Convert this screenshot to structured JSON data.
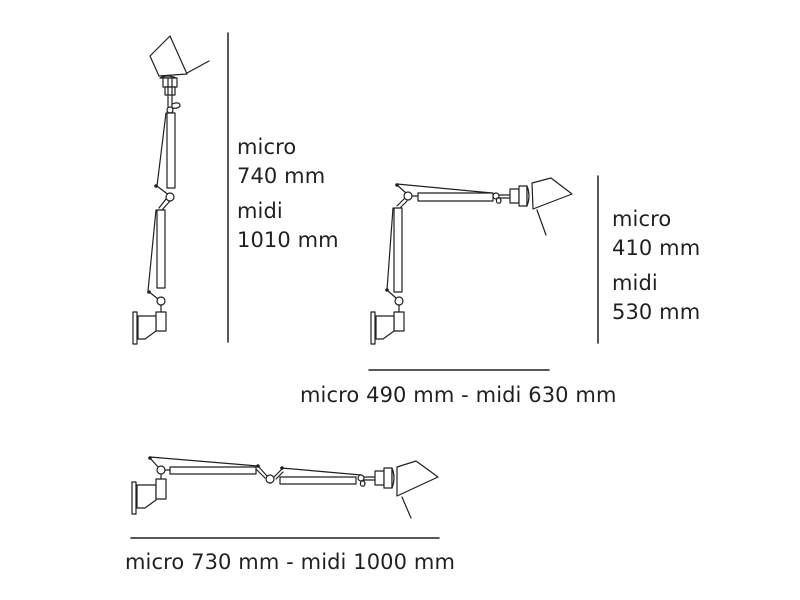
{
  "diagram": {
    "subject": "Articulated wall lamp dimensions",
    "colors": {
      "ink": "#231f20",
      "background": "#ffffff"
    },
    "views": [
      {
        "id": "vertical",
        "orientation": "arm extended vertically",
        "dimension_axis": "height",
        "labels": {
          "micro_title": "micro",
          "micro_value": "740 mm",
          "midi_title": "midi",
          "midi_value": "1010 mm"
        }
      },
      {
        "id": "l-shape",
        "orientation": "lower arm vertical, upper arm horizontal",
        "dimension_axis": "height and width",
        "labels": {
          "micro_title": "micro",
          "micro_value": "410 mm",
          "midi_title": "midi",
          "midi_value": "530 mm",
          "width": "micro 490 mm - midi 630 mm"
        }
      },
      {
        "id": "horizontal",
        "orientation": "arm extended horizontally",
        "dimension_axis": "width",
        "labels": {
          "width": "micro 730 mm - midi 1000 mm"
        }
      }
    ]
  }
}
